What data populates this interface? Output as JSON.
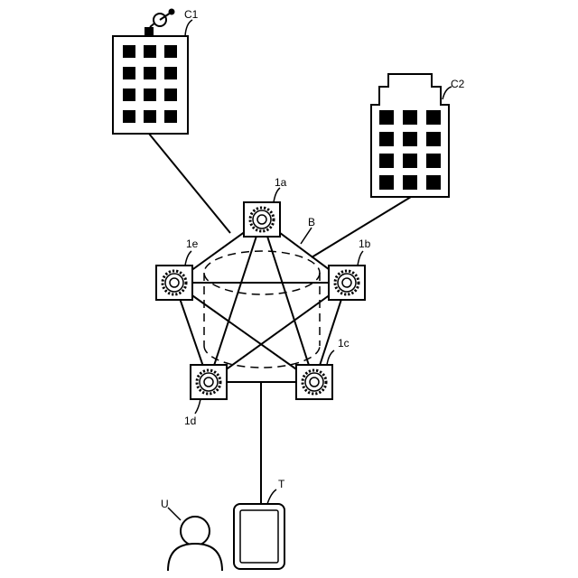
{
  "labels": {
    "c1": "C1",
    "c2": "C2",
    "node_a": "1a",
    "node_b": "1b",
    "node_c": "1c",
    "node_d": "1d",
    "node_e": "1e",
    "blockchain": "B",
    "terminal": "T",
    "user": "U"
  }
}
